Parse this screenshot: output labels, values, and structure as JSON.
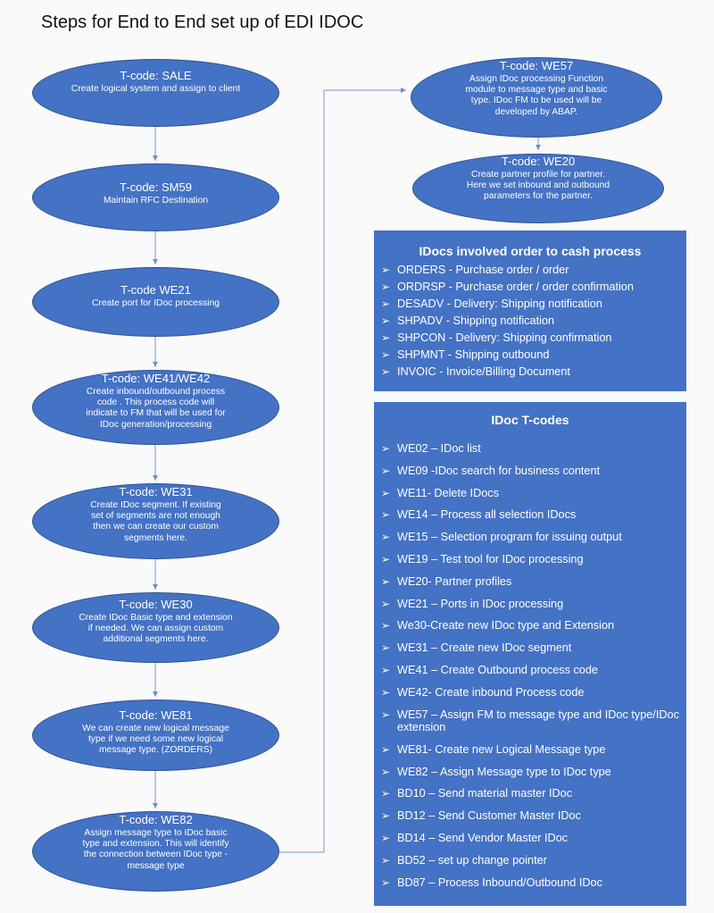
{
  "title": "Steps for End to End set up of EDI IDOC",
  "steps": [
    {
      "code": "T-code: SALE",
      "desc": "Create logical system and assign to client"
    },
    {
      "code": "T-code: SM59",
      "desc": "Maintain RFC Destination"
    },
    {
      "code": "T-code WE21",
      "desc": "Create port for IDoc processing"
    },
    {
      "code": "T-code: WE41/WE42",
      "desc": "Create inbound/outbound process code . This process code will indicate to FM that will be used for IDoc generation/processing"
    },
    {
      "code": "T-code: WE31",
      "desc": "Create IDoc segment. If existing set of segments are not enough then we can create our custom segments here."
    },
    {
      "code": "T-code: WE30",
      "desc": "Create IDoc Basic type and extension if needed. We can assign custom additional segments here."
    },
    {
      "code": "T-code: WE81",
      "desc": "We can create new logical message type if we need some new logical message type. (ZORDERS)"
    },
    {
      "code": "T-code: WE82",
      "desc": "Assign message type to IDoc basic type and extension. This will identify the connection between IDoc type - message type"
    },
    {
      "code": "T-code: WE57",
      "desc": "Assign IDoc processing Function module to message type and basic type. IDoc FM to be used will be developed by ABAP."
    },
    {
      "code": "T-code: WE20",
      "desc": "Create partner profile for partner. Here we set inbound and outbound parameters for the partner."
    }
  ],
  "idocs_panel": {
    "title": "IDocs involved order to cash process",
    "items": [
      "ORDERS - Purchase order / order",
      "ORDRSP - Purchase order / order confirmation",
      "DESADV - Delivery: Shipping notification",
      "SHPADV - Shipping notification",
      "SHPCON - Delivery: Shipping confirmation",
      "SHPMNT - Shipping outbound",
      "INVOIC - Invoice/Billing Document"
    ]
  },
  "tcodes_panel": {
    "title": "IDoc T-codes",
    "items": [
      "WE02 – IDoc list",
      "WE09 -IDoc search for business content",
      "WE11- Delete IDocs",
      "WE14 – Process all selection IDocs",
      "WE15 – Selection program for issuing output",
      "WE19 – Test tool for IDoc processing",
      "WE20- Partner profiles",
      "WE21 – Ports in IDoc processing",
      "We30-Create new IDoc type and Extension",
      "WE31 – Create new IDoc segment",
      "WE41 – Create Outbound process code",
      "WE42- Create inbound Process code",
      "WE57 – Assign FM to message type and IDoc type/IDoc extension",
      "WE81- Create new Logical Message type",
      "WE82 – Assign Message type to IDoc type",
      "BD10 – Send material master IDoc",
      "BD12 – Send Customer Master IDoc",
      "BD14 – Send Vendor Master IDoc",
      "BD52 – set up change pointer",
      "BD87 – Process Inbound/Outbound IDoc"
    ]
  }
}
